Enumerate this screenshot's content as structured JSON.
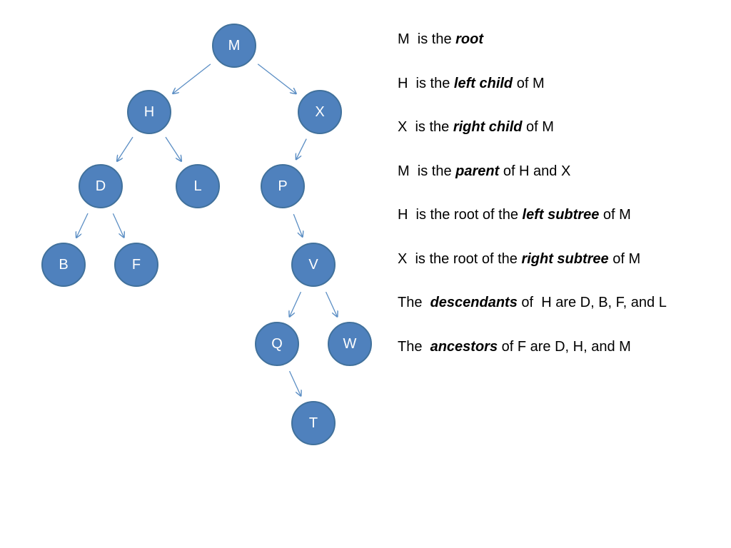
{
  "colors": {
    "node_fill": "#4f81bd",
    "node_stroke": "#41719c",
    "edge": "#5b8ec4",
    "node_text": "#ffffff"
  },
  "tree": {
    "nodes": [
      {
        "id": "M",
        "label": "M"
      },
      {
        "id": "H",
        "label": "H"
      },
      {
        "id": "X",
        "label": "X"
      },
      {
        "id": "D",
        "label": "D"
      },
      {
        "id": "L",
        "label": "L"
      },
      {
        "id": "P",
        "label": "P"
      },
      {
        "id": "B",
        "label": "B"
      },
      {
        "id": "F",
        "label": "F"
      },
      {
        "id": "V",
        "label": "V"
      },
      {
        "id": "Q",
        "label": "Q"
      },
      {
        "id": "W",
        "label": "W"
      },
      {
        "id": "T",
        "label": "T"
      }
    ],
    "edges": [
      {
        "from": "M",
        "to": "H"
      },
      {
        "from": "M",
        "to": "X"
      },
      {
        "from": "H",
        "to": "D"
      },
      {
        "from": "H",
        "to": "L"
      },
      {
        "from": "X",
        "to": "P"
      },
      {
        "from": "D",
        "to": "B"
      },
      {
        "from": "D",
        "to": "F"
      },
      {
        "from": "P",
        "to": "V"
      },
      {
        "from": "V",
        "to": "Q"
      },
      {
        "from": "V",
        "to": "W"
      },
      {
        "from": "Q",
        "to": "T"
      }
    ]
  },
  "facts": [
    [
      {
        "t": "M  is the "
      },
      {
        "t": "root",
        "em": true
      }
    ],
    [
      {
        "t": "H  is the "
      },
      {
        "t": "left child",
        "em": true
      },
      {
        "t": " of M"
      }
    ],
    [
      {
        "t": "X  is the "
      },
      {
        "t": "right child",
        "em": true
      },
      {
        "t": " of M"
      }
    ],
    [
      {
        "t": "M  is the "
      },
      {
        "t": "parent",
        "em": true
      },
      {
        "t": " of H and X"
      }
    ],
    [
      {
        "t": "H  is the root of the "
      },
      {
        "t": "left subtree",
        "em": true
      },
      {
        "t": " of M"
      }
    ],
    [
      {
        "t": "X  is the root of the "
      },
      {
        "t": "right subtree",
        "em": true
      },
      {
        "t": " of M"
      }
    ],
    [
      {
        "t": "The  "
      },
      {
        "t": "descendants",
        "em": true
      },
      {
        "t": " of  H are D, B, F, and L"
      }
    ],
    [
      {
        "t": "The  "
      },
      {
        "t": "ancestors",
        "em": true
      },
      {
        "t": " of F are D, H, and M"
      }
    ]
  ]
}
